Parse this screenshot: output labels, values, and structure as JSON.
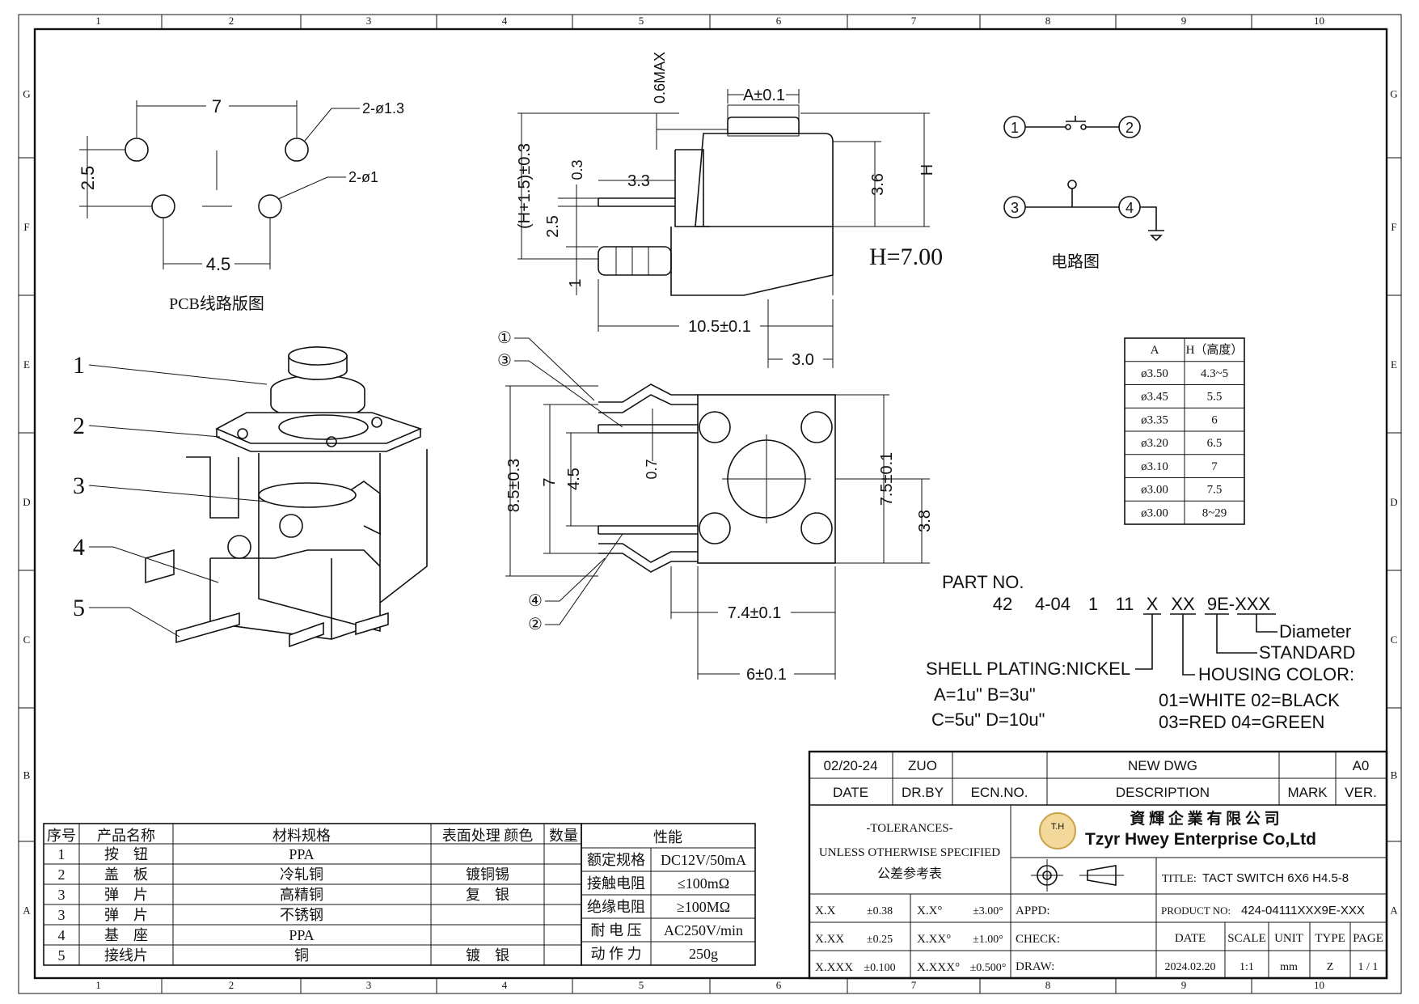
{
  "grid": {
    "cols": [
      "1",
      "2",
      "3",
      "4",
      "5",
      "6",
      "7",
      "8",
      "9",
      "10"
    ],
    "rows": [
      "G",
      "F",
      "E",
      "D",
      "C",
      "B",
      "A"
    ]
  },
  "pcb": {
    "dim_7": "7",
    "dim_2_5": "2.5",
    "dim_4_5": "4.5",
    "hole_large": "2-ø1.3",
    "hole_small": "2-ø1",
    "caption": "PCB线路版图"
  },
  "iso": {
    "callouts": [
      "1",
      "2",
      "3",
      "4",
      "5"
    ]
  },
  "side": {
    "dim_0_6max": "0.6MAX",
    "dim_a": "A±0.1",
    "dim_h15": "(H+1.5)±0.3",
    "dim_0_3": "0.3",
    "dim_3_3": "3.3",
    "dim_2_5": "2.5",
    "dim_1": "1",
    "dim_3_6": "3.6",
    "dim_h": "H",
    "h_value": "H=7.00",
    "dim_10_5": "10.5±0.1",
    "dim_3_0": "3.0"
  },
  "circuit": {
    "nodes": [
      "1",
      "2",
      "3",
      "4"
    ],
    "caption": "电路图"
  },
  "top": {
    "dim_8_5": "8.5±0.3",
    "dim_7": "7",
    "dim_4_5": "4.5",
    "dim_0_7": "0.7",
    "dim_7_5": "7.5±0.1",
    "dim_3_8": "3.8",
    "dim_7_4": "7.4±0.1",
    "dim_6": "6±0.1",
    "markers": [
      "①",
      "③",
      "④",
      "②"
    ]
  },
  "height_table": {
    "headers": [
      "A",
      "H（高度）"
    ],
    "rows": [
      [
        "ø3.50",
        "4.3~5"
      ],
      [
        "ø3.45",
        "5.5"
      ],
      [
        "ø3.35",
        "6"
      ],
      [
        "ø3.20",
        "6.5"
      ],
      [
        "ø3.10",
        "7"
      ],
      [
        "ø3.00",
        "7.5"
      ],
      [
        "ø3.00",
        "8~29"
      ]
    ]
  },
  "part_no": {
    "label": "PART  NO.",
    "code_parts": [
      "42",
      "4-04",
      "1",
      "11",
      "X",
      "XX",
      "9E-XXX"
    ],
    "diameter": "Diameter",
    "standard": "STANDARD",
    "housing_color": "HOUSING  COLOR:",
    "color_line1": "01=WHITE  02=BLACK",
    "color_line2": "03=RED    04=GREEN",
    "shell_plating": "SHELL  PLATING:NICKEL",
    "plating_line1": "A=1u\"   B=3u\"",
    "plating_line2": "C=5u\"   D=10u\""
  },
  "bom": {
    "headers": [
      "序号",
      "产品名称",
      "材料规格",
      "表面处理 颜色",
      "数量"
    ],
    "rows": [
      [
        "1",
        "按　钮",
        "PPA",
        "",
        ""
      ],
      [
        "2",
        "盖　板",
        "冷轧铜",
        "镀铜锡",
        ""
      ],
      [
        "3",
        "弹　片",
        "高精铜",
        "复　银",
        ""
      ],
      [
        "3",
        "弹　片",
        "不锈钢",
        "",
        ""
      ],
      [
        "4",
        "基　座",
        "PPA",
        "",
        ""
      ],
      [
        "5",
        "接线片",
        "铜",
        "镀　银",
        ""
      ]
    ]
  },
  "perf": {
    "header": "性能",
    "rows": [
      [
        "额定规格",
        "DC12V/50mA"
      ],
      [
        "接触电阻",
        "≤100mΩ"
      ],
      [
        "绝缘电阻",
        "≥100MΩ"
      ],
      [
        "耐 电 压",
        "AC250V/min"
      ],
      [
        "动 作 力",
        "250g"
      ]
    ]
  },
  "title_block": {
    "rev_date": "02/20-24",
    "rev_by": "ZUO",
    "rev_desc": "NEW DWG",
    "rev_ver": "A0",
    "h_date": "DATE",
    "h_drby": "DR.BY",
    "h_ecn": "ECN.NO.",
    "h_desc": "DESCRIPTION",
    "h_mark": "MARK",
    "h_ver": "VER.",
    "tol1": "-TOLERANCES-",
    "tol2": "UNLESS OTHERWISE SPECIFIED",
    "tol3": "公差参考表",
    "company_cn": "資 輝 企 業 有 限 公 司",
    "company_en": "Tzyr Hwey Enterprise Co,Ltd",
    "logo": "T.H",
    "title_label": "TITLE:",
    "title": "TACT SWITCH 6X6 H4.5-8",
    "product_label": "PRODUCT NO:",
    "product_no": "424-04111XXX9E-XXX",
    "tol_rows": [
      [
        "X.X",
        "±0.38",
        "X.X°",
        "±3.00°"
      ],
      [
        "X.XX",
        "±0.25",
        "X.XX°",
        "±1.00°"
      ],
      [
        "X.XXX",
        "±0.100",
        "X.XXX°",
        "±0.500°"
      ]
    ],
    "appd": "APPD:",
    "check": "CHECK:",
    "draw": "DRAW:",
    "h_date2": "DATE",
    "h_scale": "SCALE",
    "h_unit": "UNIT",
    "h_type": "TYPE",
    "h_page": "PAGE",
    "date": "2024.02.20",
    "scale": "1:1",
    "unit": "mm",
    "type": "Z",
    "page": "1 / 1"
  }
}
